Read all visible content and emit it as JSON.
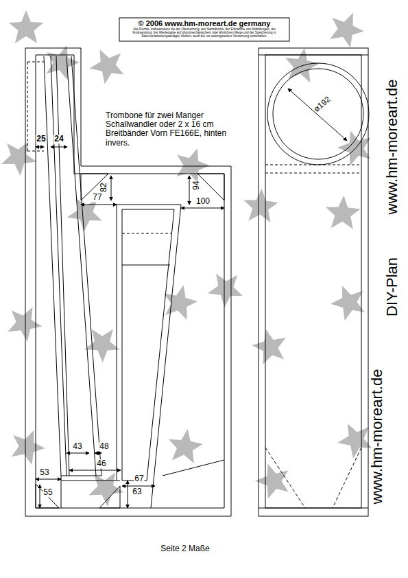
{
  "diagram": {
    "caption": "Seite 2 Maße",
    "labels": [
      "© 2006 www.hm-moreart.de germany",
      "Alle Rechte, insbesondere die der Übersetzung, des Nachdrucks, der Entnahme von Abbildungen, der Funksendung, der Wiedergabe auf photomechanischem oder ähnlichem Wege und der Speicherung in Datenverarbeitungsanlagen bleiben, auch bei nur auszugsweiser Verwertung vorbehalten.",
      "Trombone für zwei Manger Schallwandler oder 2 x 16 cm Breitbänder Vorn FE166E, hinten invers.",
      "25",
      "24",
      "82",
      "77",
      "94",
      "100",
      "43",
      "48",
      "46",
      "53",
      "55",
      "67",
      "63",
      "ø192",
      "www.hm-moreart.de",
      "DIY-Plan",
      "www.hm-moreart.de"
    ]
  }
}
